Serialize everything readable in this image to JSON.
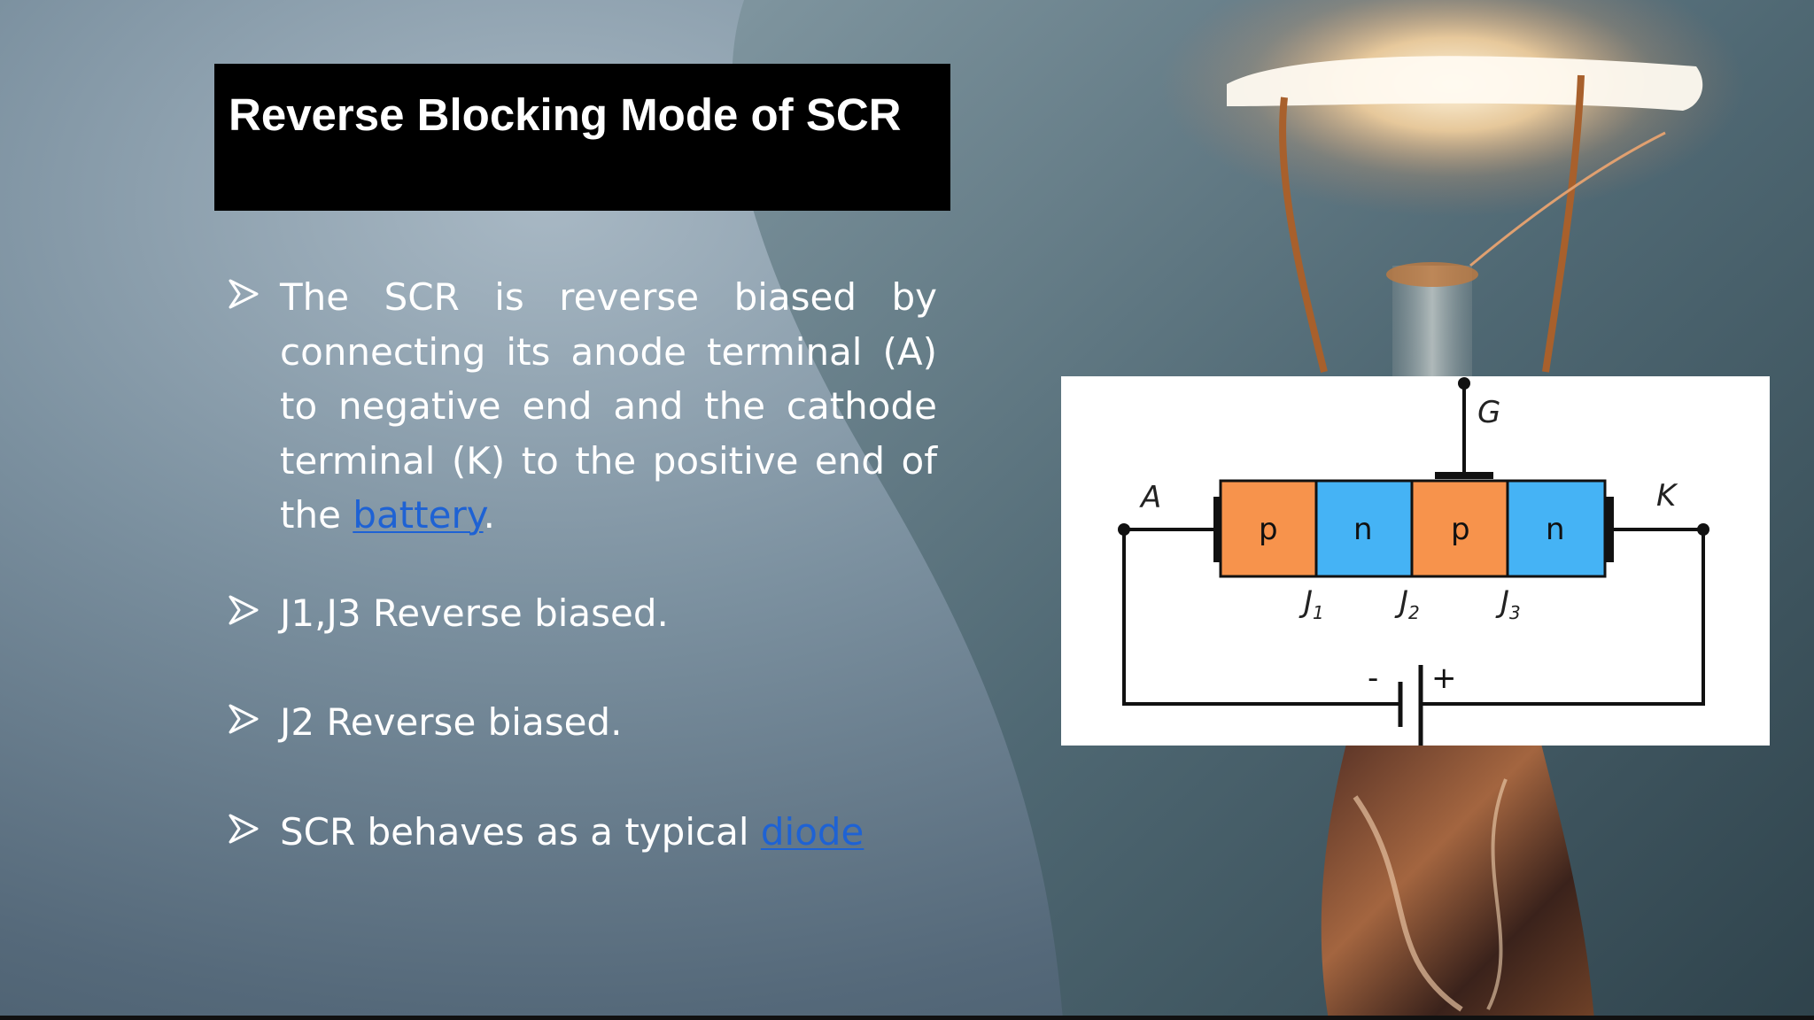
{
  "slide": {
    "title": "Reverse Blocking Mode of SCR",
    "bullets": [
      {
        "before": "The SCR is reverse biased by connecting its anode terminal (A) to negative end and the cathode terminal (K) to the positive end of the ",
        "link": "battery",
        "after": "."
      },
      {
        "text": "J1,J3 Reverse biased."
      },
      {
        "text": "J2 Reverse biased."
      },
      {
        "before": "SCR behaves as a typical ",
        "link": "diode"
      }
    ],
    "bullet_icon": "arrowhead-bullet-icon"
  },
  "diagram": {
    "gate_label": "G",
    "anode_label": "A",
    "cathode_label": "K",
    "layers": [
      "p",
      "n",
      "p",
      "n"
    ],
    "junctions": [
      {
        "main": "J",
        "sub": "1"
      },
      {
        "main": "J",
        "sub": "2"
      },
      {
        "main": "J",
        "sub": "3"
      }
    ],
    "battery_minus": "-",
    "battery_plus": "+",
    "colors": {
      "p_layer": "#f7934c",
      "n_layer": "#45b3f5",
      "link": "#1e62d4",
      "title_bg": "#000000"
    }
  }
}
